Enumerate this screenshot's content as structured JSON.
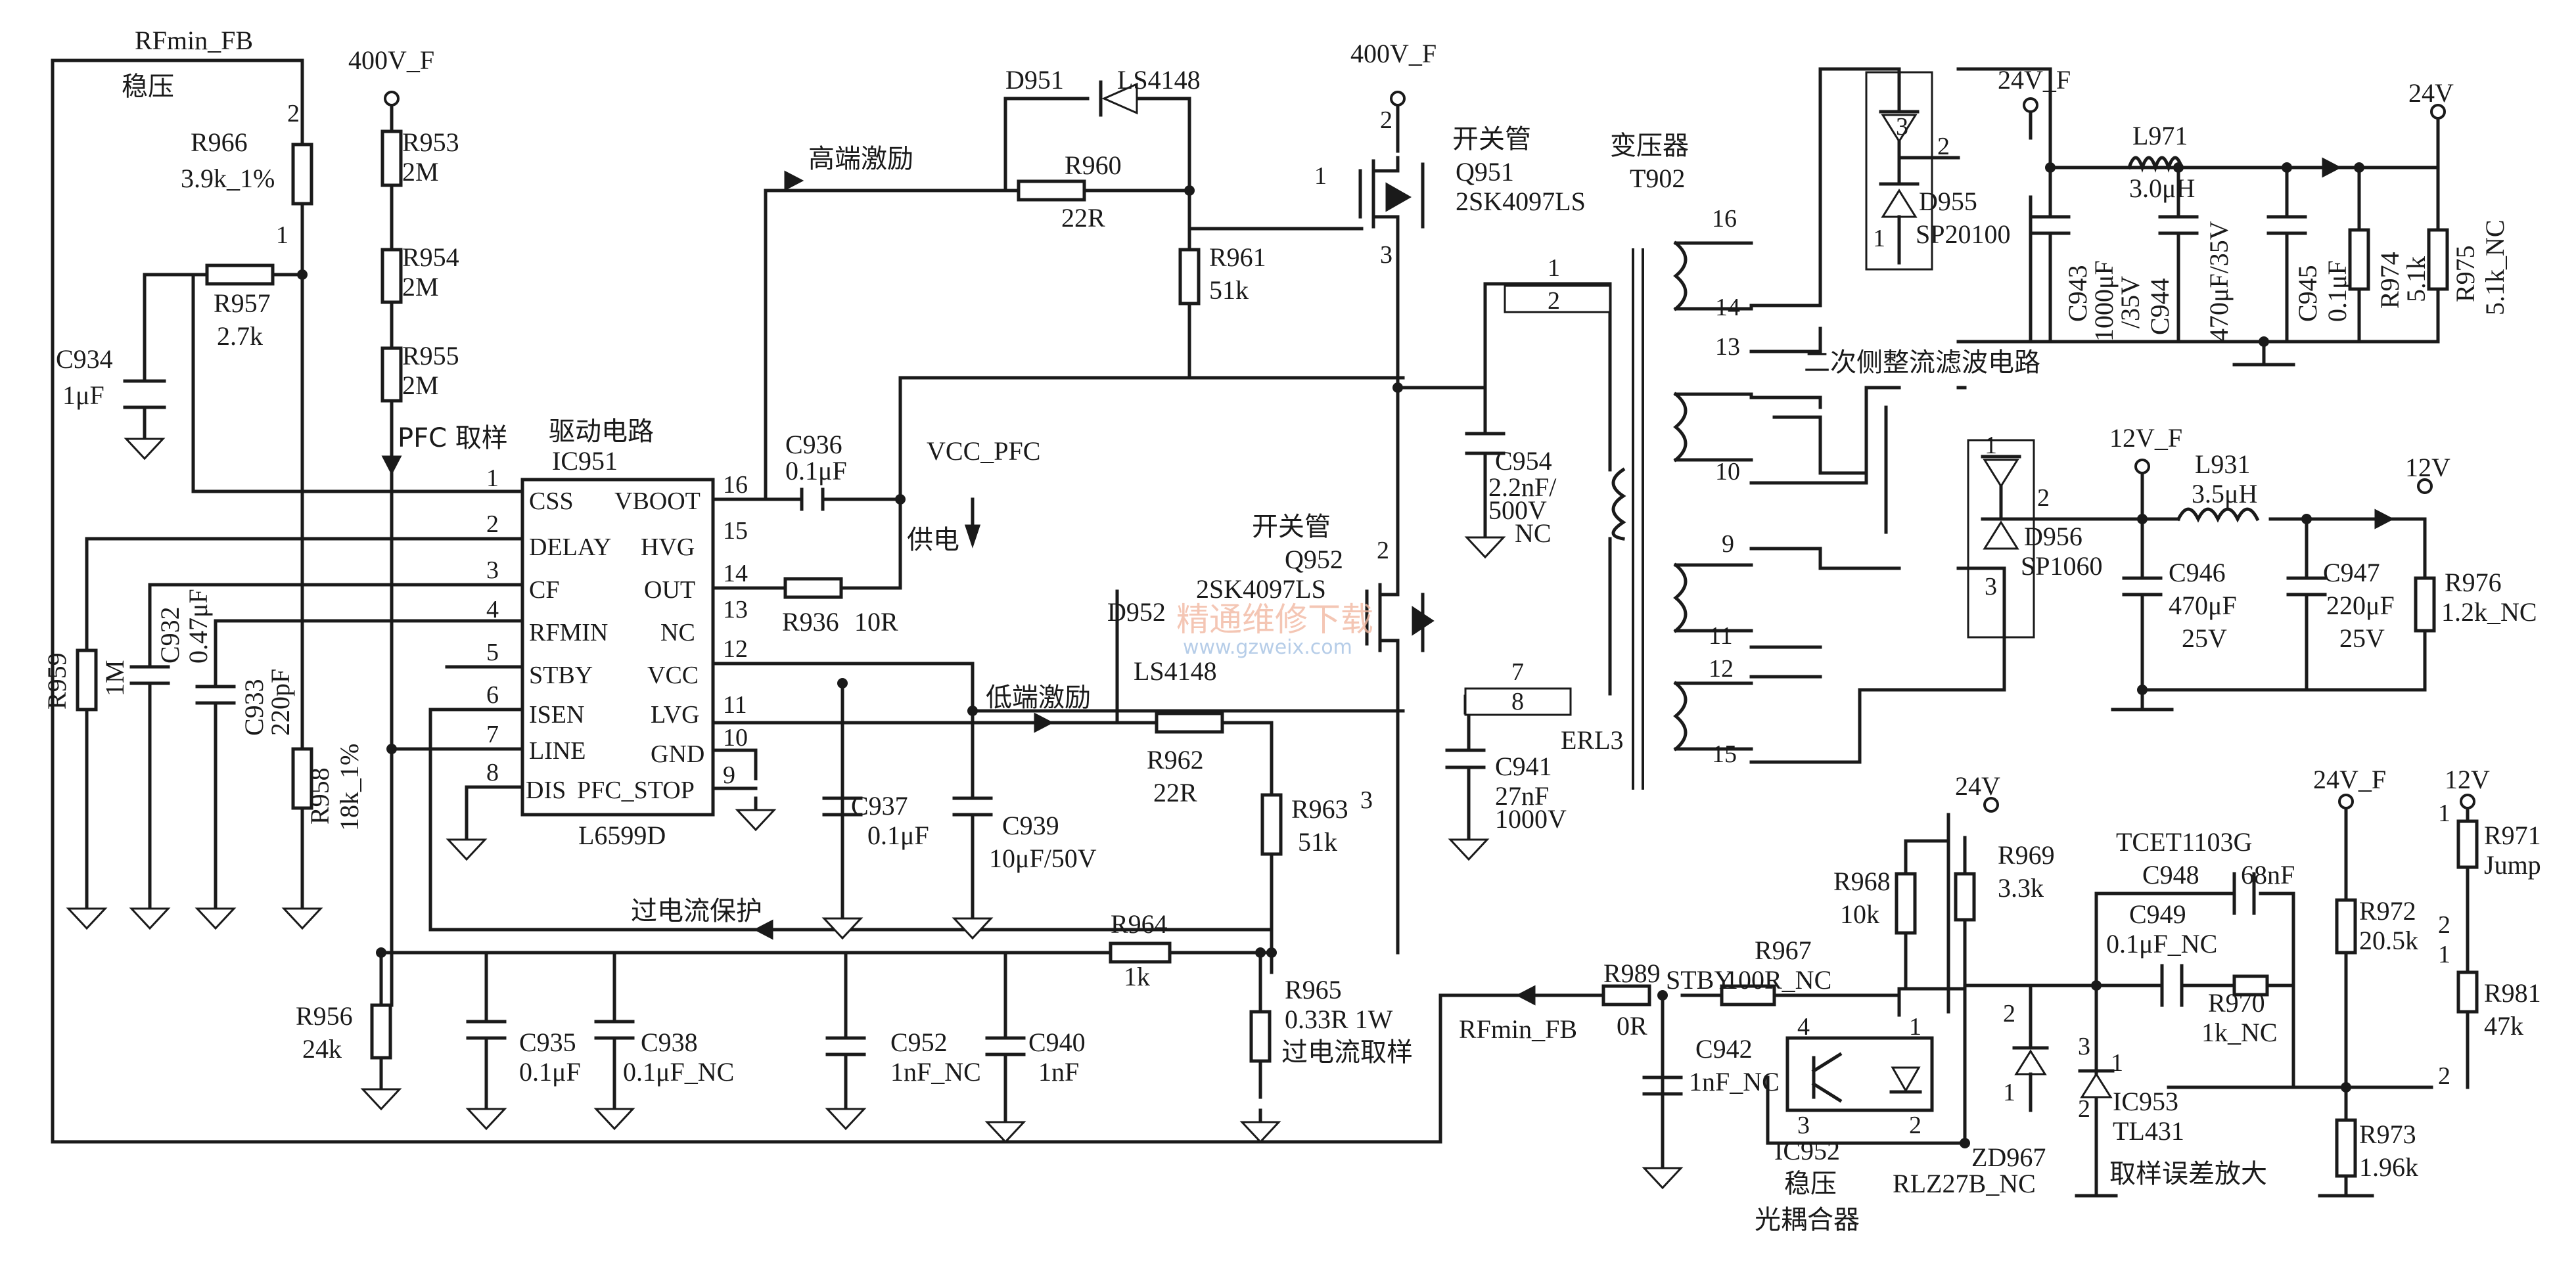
{
  "labels": {
    "rfmin_fb_top": "RFmin_FB",
    "wenya_top": "稳压",
    "rail_400v_1": "400V_F",
    "rail_400v_2": "400V_F",
    "pfc_sample": "PFC 取样",
    "drive_circuit": "驱动电路",
    "high_side_drive": "高端激励",
    "low_side_drive": "低端激励",
    "supply": "供电",
    "vcc_pfc": "VCC_PFC",
    "switch_tube_1": "开关管",
    "switch_tube_2": "开关管",
    "transformer": "变压器",
    "transformer_ref": "T902",
    "secondary_rect": "二次侧整流滤波电路",
    "overcurrent_protect": "过电流保护",
    "overcurrent_sample": "过电流取样",
    "rfmin_fb_bottom": "RFmin_FB",
    "stby": "STBY",
    "rail_24vf_1": "24V_F",
    "rail_24v_out": "24V",
    "rail_12vf": "12V_F",
    "rail_12v_out": "12V",
    "rail_24v_opto": "24V",
    "rail_24vf_2": "24V_F",
    "rail_12v_2": "12V",
    "optocoupler_ref": "IC952",
    "optocoupler_name1": "稳压",
    "optocoupler_name2": "光耦合器",
    "error_amp": "取样误差放大",
    "erl3": "ERL3"
  },
  "ic951": {
    "ref": "IC951",
    "part": "L6599D",
    "left_pins": [
      {
        "num": "1",
        "name": "CSS"
      },
      {
        "num": "2",
        "name": "DELAY"
      },
      {
        "num": "3",
        "name": "CF"
      },
      {
        "num": "4",
        "name": "RFMIN"
      },
      {
        "num": "5",
        "name": "STBY"
      },
      {
        "num": "6",
        "name": "ISEN"
      },
      {
        "num": "7",
        "name": "LINE"
      },
      {
        "num": "8",
        "name": "DIS"
      }
    ],
    "right_pins": [
      {
        "num": "16",
        "name": "VBOOT"
      },
      {
        "num": "15",
        "name": "HVG"
      },
      {
        "num": "14",
        "name": "OUT"
      },
      {
        "num": "13",
        "name": "NC"
      },
      {
        "num": "12",
        "name": "VCC"
      },
      {
        "num": "11",
        "name": "LVG"
      },
      {
        "num": "10",
        "name": "GND"
      },
      {
        "num": "9",
        "name": "PFC_STOP"
      }
    ]
  },
  "components": {
    "R966": {
      "ref": "R966",
      "value": "3.9k_1%"
    },
    "R957": {
      "ref": "R957",
      "value": "2.7k"
    },
    "C934": {
      "ref": "C934",
      "value": "1μF"
    },
    "R953": {
      "ref": "R953",
      "value": "2M"
    },
    "R954": {
      "ref": "R954",
      "value": "2M"
    },
    "R955": {
      "ref": "R955",
      "value": "2M"
    },
    "R959": {
      "ref": "R959",
      "value": "1M"
    },
    "C932": {
      "ref": "C932",
      "value": "0.47μF"
    },
    "C933": {
      "ref": "C933",
      "value": "220pF"
    },
    "R958": {
      "ref": "R958",
      "value": "18k_1%"
    },
    "R956": {
      "ref": "R956",
      "value": "24k"
    },
    "C935": {
      "ref": "C935",
      "value": "0.1μF"
    },
    "C938": {
      "ref": "C938",
      "value": "0.1μF_NC"
    },
    "D951": {
      "ref": "D951",
      "value": "LS4148"
    },
    "R960": {
      "ref": "R960",
      "value": "22R"
    },
    "R961": {
      "ref": "R961",
      "value": "51k"
    },
    "C936": {
      "ref": "C936",
      "value": "0.1μF"
    },
    "R936": {
      "ref": "R936",
      "value": "10R"
    },
    "C937": {
      "ref": "C937",
      "value": "0.1μF"
    },
    "C939": {
      "ref": "C939",
      "value": "10μF/50V"
    },
    "D952": {
      "ref": "D952",
      "value": "LS4148"
    },
    "R962": {
      "ref": "R962",
      "value": "22R"
    },
    "R963": {
      "ref": "R963",
      "value": "51k"
    },
    "R964": {
      "ref": "R964",
      "value": "1k"
    },
    "C952": {
      "ref": "C952",
      "value": "1nF_NC"
    },
    "C940": {
      "ref": "C940",
      "value": "1nF"
    },
    "R965": {
      "ref": "R965",
      "value": "0.33R 1W"
    },
    "Q951": {
      "ref": "Q951",
      "value": "2SK4097LS"
    },
    "Q952": {
      "ref": "Q952",
      "value": "2SK4097LS"
    },
    "C954": {
      "ref": "C954",
      "value1": "2.2nF/",
      "value2": "500V",
      "value3": "NC"
    },
    "C941": {
      "ref": "C941",
      "value1": "27nF",
      "value2": "1000V"
    },
    "D955": {
      "ref": "D955",
      "value": "SP20100"
    },
    "L971": {
      "ref": "L971",
      "value": "3.0μH"
    },
    "C943": {
      "ref": "C943",
      "value1": "1000μF",
      "value2": "/35V"
    },
    "C944": {
      "ref": "C944",
      "value": "470μF/35V"
    },
    "C945": {
      "ref": "C945",
      "value": "0.1μF"
    },
    "R974": {
      "ref": "R974",
      "value": "5.1k"
    },
    "R975": {
      "ref": "R975",
      "value": "5.1k_NC"
    },
    "D956": {
      "ref": "D956",
      "value": "SP1060"
    },
    "L931": {
      "ref": "L931",
      "value": "3.5μH"
    },
    "C946": {
      "ref": "C946",
      "value1": "470μF",
      "value2": "25V"
    },
    "C947": {
      "ref": "C947",
      "value1": "220μF",
      "value2": "25V"
    },
    "R976": {
      "ref": "R976",
      "value": "1.2k_NC"
    },
    "R968": {
      "ref": "R968",
      "value": "10k"
    },
    "R969": {
      "ref": "R969",
      "value": "3.3k"
    },
    "R989": {
      "ref": "R989",
      "value": "0R"
    },
    "R967": {
      "ref": "R967",
      "value": "100R_NC"
    },
    "C942": {
      "ref": "C942",
      "value": "1nF_NC"
    },
    "ZD967": {
      "ref": "ZD967",
      "value": "RLZ27B_NC"
    },
    "TCET": {
      "ref": "TCET1103G"
    },
    "C948": {
      "ref": "C948",
      "value": "68nF"
    },
    "C949": {
      "ref": "C949",
      "value": "0.1μF_NC"
    },
    "R970": {
      "ref": "R970",
      "value": "1k_NC"
    },
    "IC953": {
      "ref": "IC953",
      "value": "TL431"
    },
    "R972": {
      "ref": "R972",
      "value": "20.5k"
    },
    "R971": {
      "ref": "R971",
      "value": "Jump"
    },
    "R981": {
      "ref": "R981",
      "value": "47k"
    },
    "R973": {
      "ref": "R973",
      "value": "1.96k"
    }
  },
  "pin_numbers": {
    "r966_a": "2",
    "r966_b": "1",
    "q951_g": "1",
    "q951_d": "2",
    "q951_s": "3",
    "q952_d": "2",
    "q952_s": "3",
    "t_p1": "1",
    "t_p2": "2",
    "t_p7": "7",
    "t_p8": "8",
    "t16": "16",
    "t14": "14",
    "t13": "13",
    "t10": "10",
    "t9": "9",
    "t11": "11",
    "t12": "12",
    "t15": "15",
    "d955_3": "3",
    "d955_2": "2",
    "d955_1": "1",
    "d956_1": "1",
    "d956_2": "2",
    "d956_3": "3",
    "opto_4": "4",
    "opto_3": "3",
    "opto_1": "1",
    "opto_2": "2",
    "zd_2": "2",
    "zd_1": "1",
    "tl_3": "3",
    "tl_1": "1",
    "tl_2": "2",
    "r971_1": "1",
    "r971_2": "2",
    "r981_1": "1",
    "r981_2": "2"
  },
  "watermark": {
    "text1": "精通维修下载",
    "text2": "www.gzweix.com"
  }
}
